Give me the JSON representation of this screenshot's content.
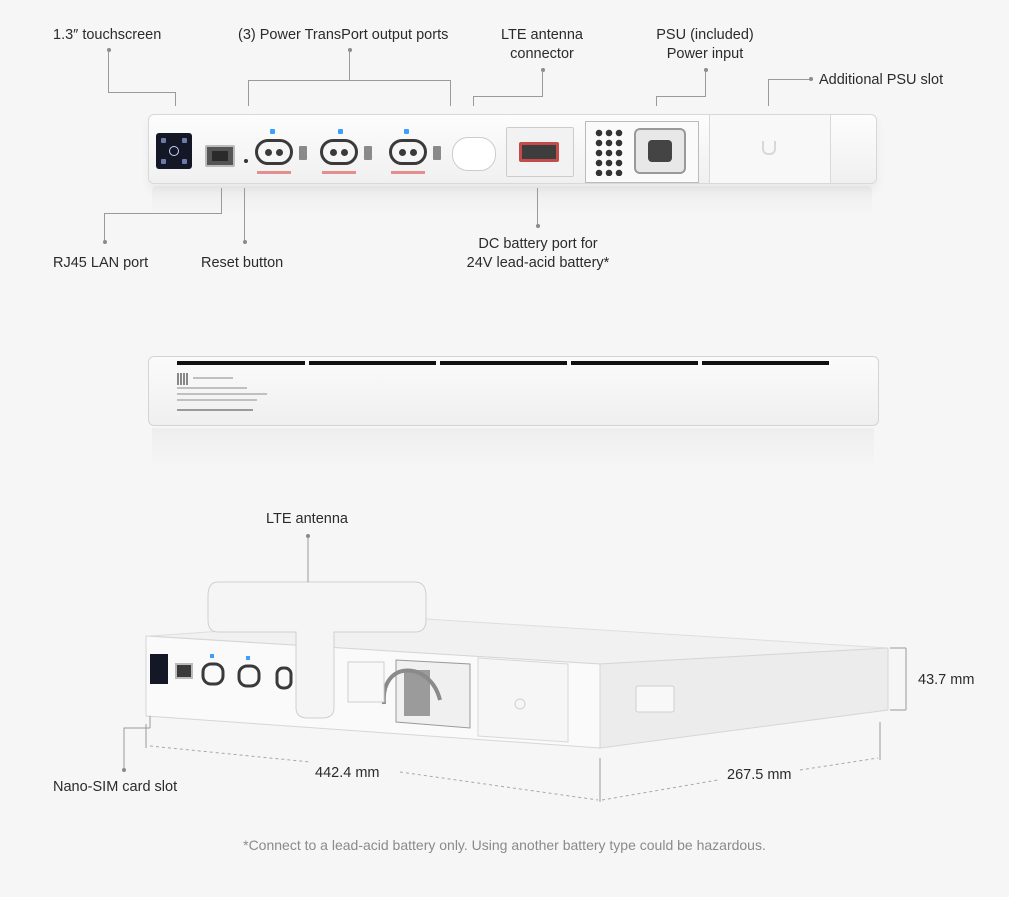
{
  "labels": {
    "touchscreen": "1.3″ touchscreen",
    "output_ports": "(3) Power TransPort output ports",
    "lte_connector_l1": "LTE antenna",
    "lte_connector_l2": "connector",
    "psu_l1": "PSU (included)",
    "psu_l2": "Power input",
    "additional_psu": "Additional PSU slot",
    "rj45": "RJ45 LAN port",
    "reset": "Reset button",
    "dc_l1": "DC battery port for",
    "dc_l2": "24V lead-acid battery*",
    "lte_antenna": "LTE antenna",
    "height": "43.7 mm",
    "width": "442.4 mm",
    "depth": "267.5 mm",
    "nano_sim": "Nano-SIM card slot"
  },
  "footnote": "*Connect to a lead-acid battery only. Using another battery type could be hazardous.",
  "colors": {
    "background": "#f6f6f6",
    "device": "#f4f4f4",
    "port_led": "#3aa0ff",
    "dc_accent": "#c24c4c",
    "leader_line": "#9a9a9a"
  }
}
